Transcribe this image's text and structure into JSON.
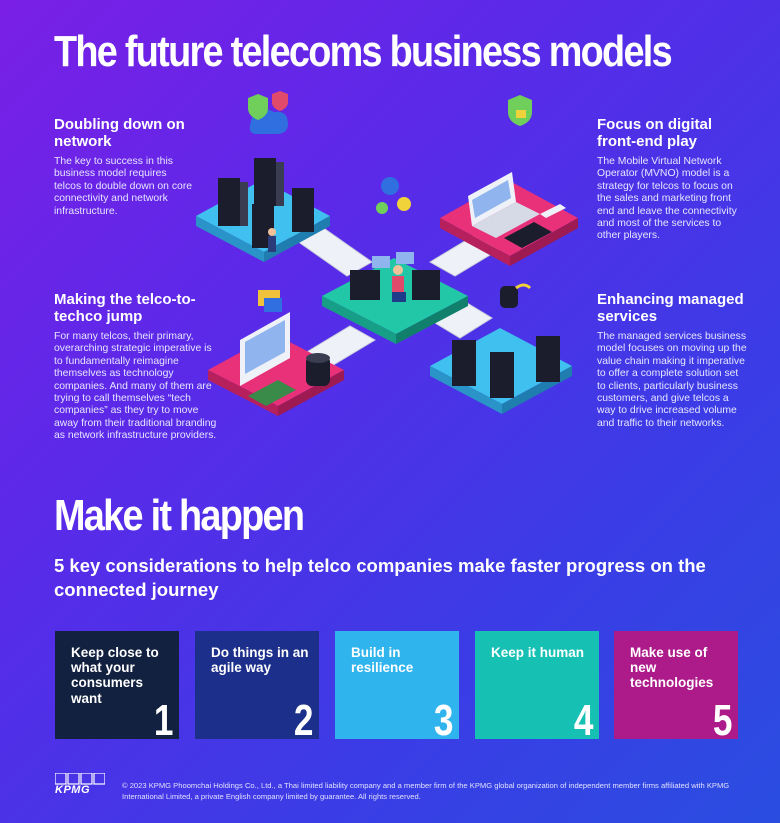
{
  "title": "The future telecoms business models",
  "models": [
    {
      "heading": "Doubling down on network",
      "body": "The key to success in this business model requires telcos to double down on core connectivity and network infrastructure."
    },
    {
      "heading": "Focus on digital front-end play",
      "body": "The Mobile Virtual Network Operator (MVNO) model is a strategy for telcos to focus on the sales and marketing front end and leave the connectivity and most of the services to other players."
    },
    {
      "heading": "Making the telco-to-techco jump",
      "body": "For many telcos, their primary, overarching strategic imperative is to fundamentally reimagine themselves as technology companies. And many of them are trying to call themselves “tech companies” as they try to move away from their traditional branding as network infrastructure providers."
    },
    {
      "heading": "Enhancing managed services",
      "body": "The managed services business model focuses on moving up the value chain making it imperative to offer a complete solution set to clients, particularly business customers, and give telcos a way to drive increased volume and traffic to their networks."
    }
  ],
  "make_it_happen": "Make it happen",
  "subtitle": "5 key considerations to help telco companies make faster progress on the connected journey",
  "considerations": [
    {
      "label": "Keep close to what your consumers want",
      "number": "1",
      "color": "#12213f"
    },
    {
      "label": "Do things in an agile way",
      "number": "2",
      "color": "#1c2f8a"
    },
    {
      "label": "Build in resilience",
      "number": "3",
      "color": "#2fb4ee"
    },
    {
      "label": "Keep it human",
      "number": "4",
      "color": "#16c1b3"
    },
    {
      "label": "Make use of new technologies",
      "number": "5",
      "color": "#ad1b8a"
    }
  ],
  "footer": "© 2023 KPMG Phoomchai Holdings Co., Ltd., a Thai limited liability company and a member firm of the KPMG global organization of independent member firms affiliated with KPMG International Limited, a private English company limited by guarantee. All rights reserved.",
  "logo": "KPMG"
}
